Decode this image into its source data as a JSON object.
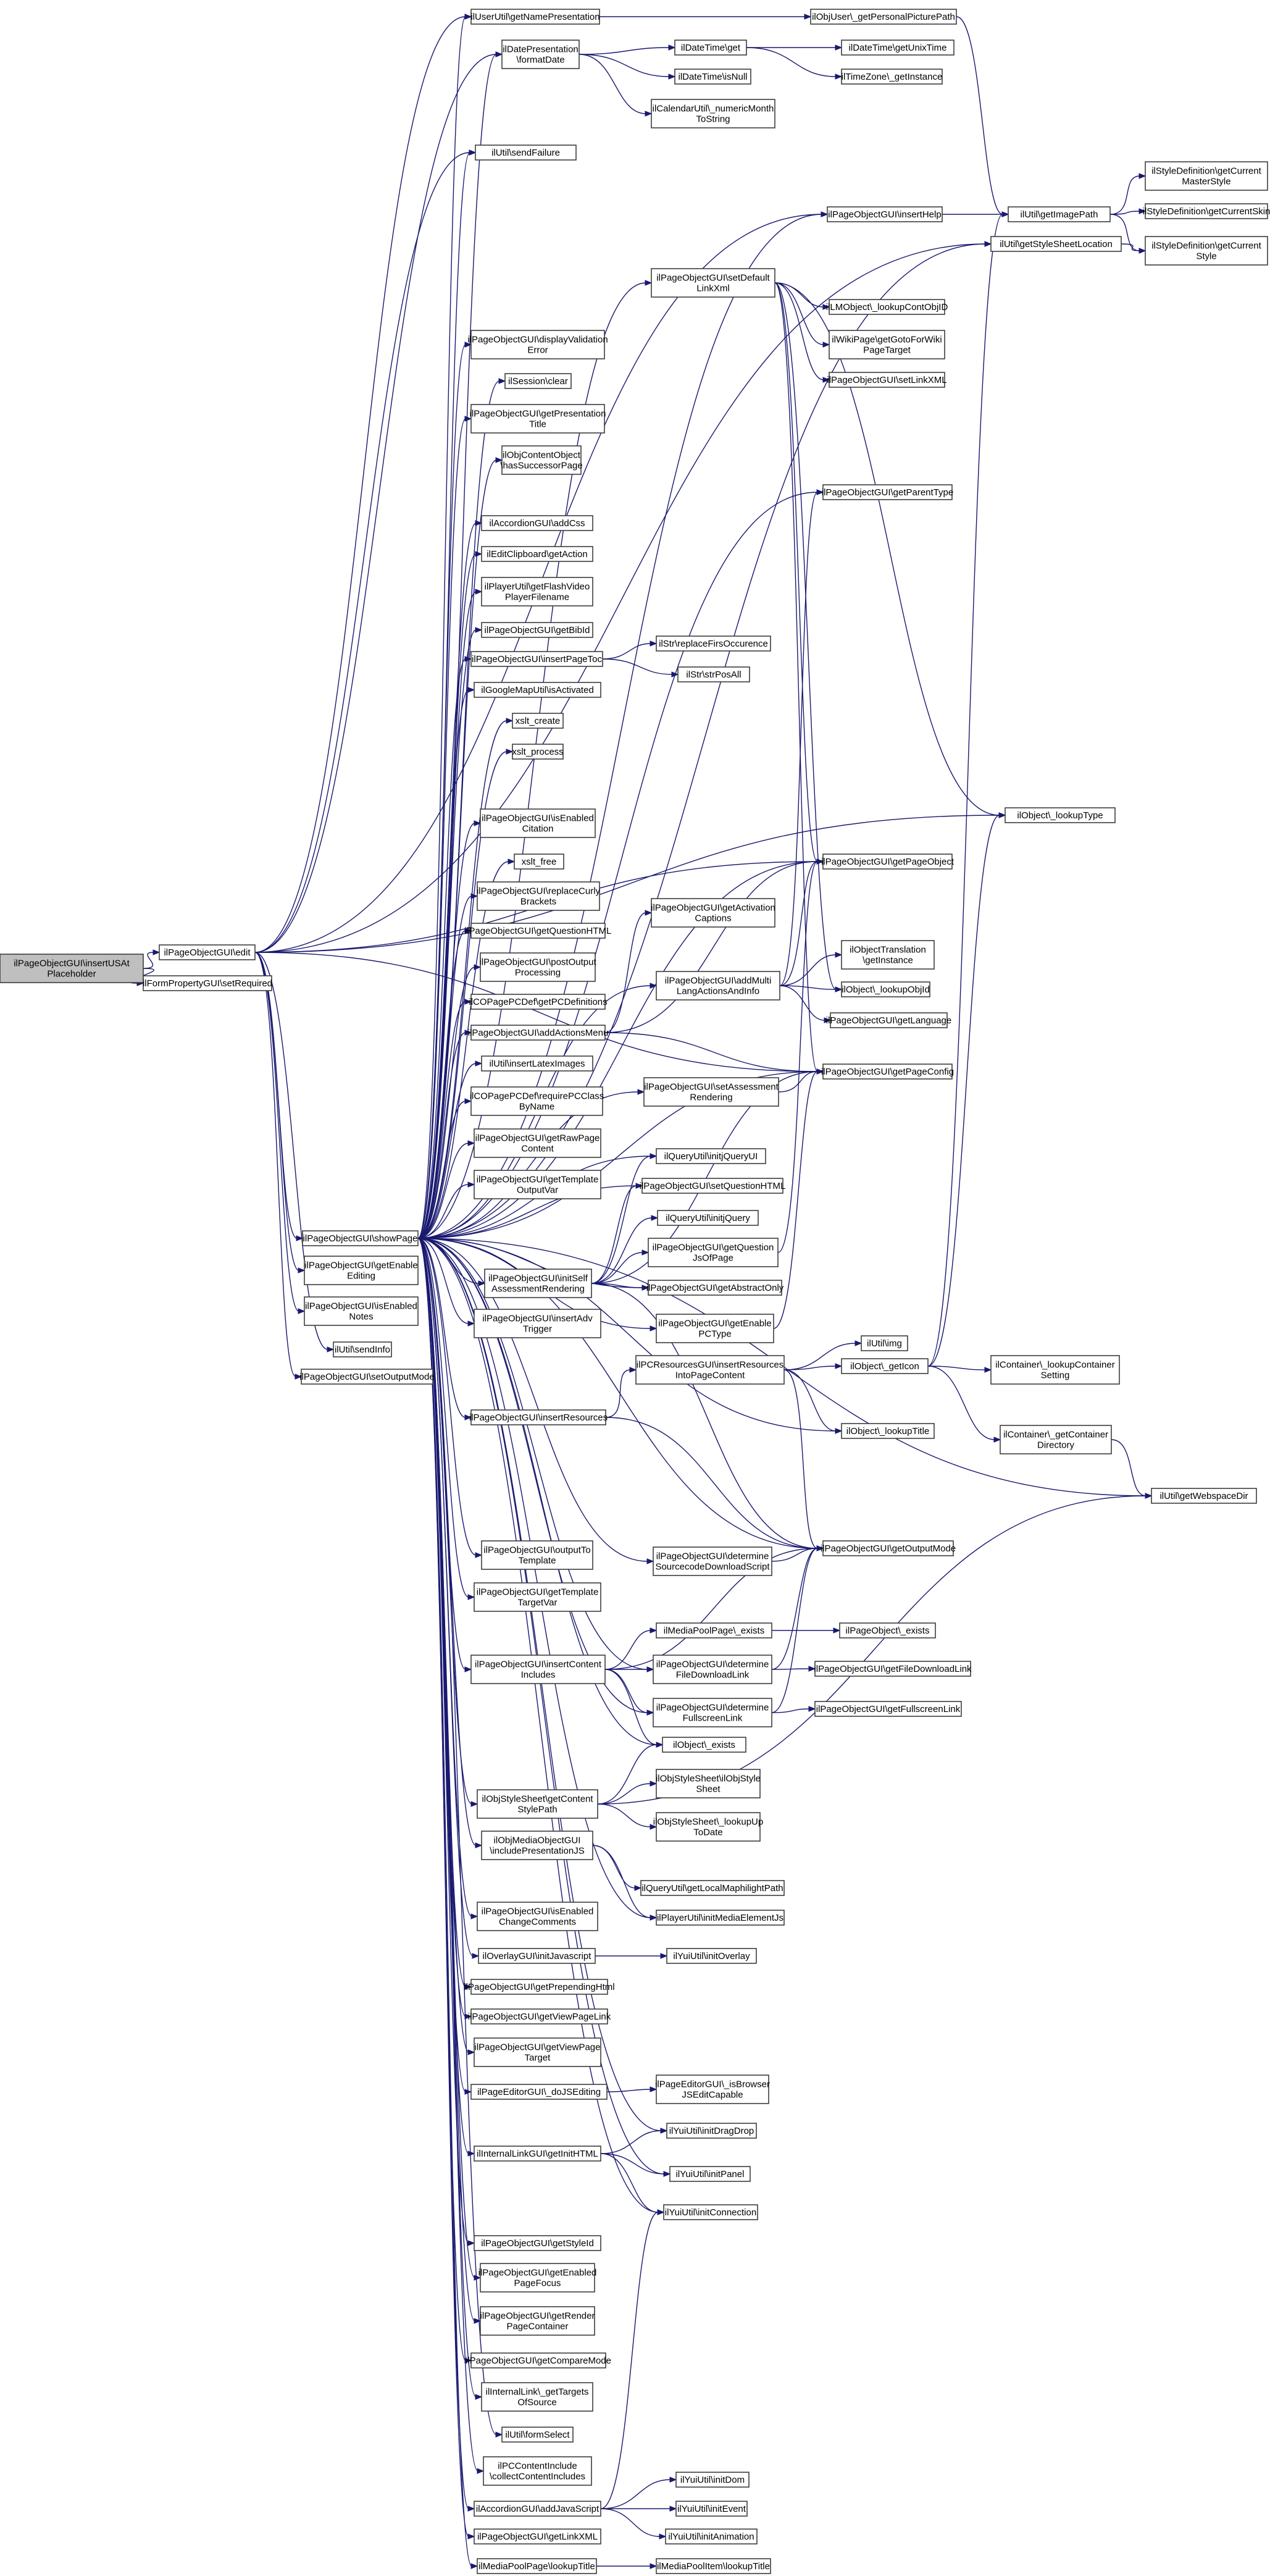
{
  "colors": {
    "edge": "#191970",
    "node_border": "#3d3d3d",
    "root_fill": "#bfbfbf",
    "node_fill": "#ffffff"
  },
  "nodes": [
    {
      "id": "root",
      "lines": [
        "ilPageObjectGUI\\insertUSAt",
        "Placeholder"
      ],
      "root": true
    },
    {
      "id": "edit",
      "lines": [
        "ilPageObjectGUI\\edit"
      ]
    },
    {
      "id": "fprs",
      "lines": [
        "ilFormPropertyGUI\\setRequired"
      ]
    },
    {
      "id": "show",
      "lines": [
        "ilPageObjectGUI\\showPage"
      ]
    },
    {
      "id": "gee",
      "lines": [
        "ilPageObjectGUI\\getEnable",
        "Editing"
      ]
    },
    {
      "id": "ien",
      "lines": [
        "ilPageObjectGUI\\isEnabled",
        "Notes"
      ]
    },
    {
      "id": "si",
      "lines": [
        "ilUtil\\sendInfo"
      ]
    },
    {
      "id": "som",
      "lines": [
        "ilPageObjectGUI\\setOutputMode"
      ]
    },
    {
      "id": "gnp",
      "lines": [
        "ilUserUtil\\getNamePresentation"
      ]
    },
    {
      "id": "gpp",
      "lines": [
        "ilObjUser\\_getPersonalPicturePath"
      ]
    },
    {
      "id": "fd",
      "lines": [
        "ilDatePresentation",
        "\\formatDate"
      ]
    },
    {
      "id": "dtg",
      "lines": [
        "ilDateTime\\get"
      ]
    },
    {
      "id": "dtu",
      "lines": [
        "ilDateTime\\getUnixTime"
      ]
    },
    {
      "id": "tzi",
      "lines": [
        "ilTimeZone\\_getInstance"
      ]
    },
    {
      "id": "dtn",
      "lines": [
        "ilDateTime\\isNull"
      ]
    },
    {
      "id": "num",
      "lines": [
        "ilCalendarUtil\\_numericMonth",
        "ToString"
      ]
    },
    {
      "id": "sf",
      "lines": [
        "ilUtil\\sendFailure"
      ]
    },
    {
      "id": "ih",
      "lines": [
        "ilPageObjectGUI\\insertHelp"
      ]
    },
    {
      "id": "gip",
      "lines": [
        "ilUtil\\getImagePath"
      ]
    },
    {
      "id": "sdms",
      "lines": [
        "ilStyleDefinition\\getCurrent",
        "MasterStyle"
      ]
    },
    {
      "id": "sdcs",
      "lines": [
        "ilStyleDefinition\\getCurrentSkin"
      ]
    },
    {
      "id": "sdst",
      "lines": [
        "ilStyleDefinition\\getCurrent",
        "Style"
      ]
    },
    {
      "id": "gssl",
      "lines": [
        "ilUtil\\getStyleSheetLocation"
      ]
    },
    {
      "id": "sdlx",
      "lines": [
        "ilPageObjectGUI\\setDefault",
        "LinkXml"
      ]
    },
    {
      "id": "lco",
      "lines": [
        "ilLMObject\\_lookupContObjID"
      ]
    },
    {
      "id": "wpg",
      "lines": [
        "ilWikiPage\\getGotoForWiki",
        "PageTarget"
      ]
    },
    {
      "id": "slx",
      "lines": [
        "ilPageObjectGUI\\setLinkXML"
      ]
    },
    {
      "id": "dve",
      "lines": [
        "ilPageObjectGUI\\displayValidation",
        "Error"
      ]
    },
    {
      "id": "sc",
      "lines": [
        "ilSession\\clear"
      ]
    },
    {
      "id": "gpt",
      "lines": [
        "ilPageObjectGUI\\getPresentation",
        "Title"
      ]
    },
    {
      "id": "hsp",
      "lines": [
        "ilObjContentObject",
        "\\hasSuccessorPage"
      ]
    },
    {
      "id": "gpty",
      "lines": [
        "ilPageObjectGUI\\getParentType"
      ]
    },
    {
      "id": "acss",
      "lines": [
        "ilAccordionGUI\\addCss"
      ]
    },
    {
      "id": "ecga",
      "lines": [
        "ilEditClipboard\\getAction"
      ]
    },
    {
      "id": "pfv",
      "lines": [
        "ilPlayerUtil\\getFlashVideo",
        "PlayerFilename"
      ]
    },
    {
      "id": "gbi",
      "lines": [
        "ilPageObjectGUI\\getBibId"
      ]
    },
    {
      "id": "ipt",
      "lines": [
        "ilPageObjectGUI\\insertPageToc"
      ]
    },
    {
      "id": "rfo",
      "lines": [
        "ilStr\\replaceFirsOccurence"
      ]
    },
    {
      "id": "spa",
      "lines": [
        "ilStr\\strPosAll"
      ]
    },
    {
      "id": "gmu",
      "lines": [
        "ilGoogleMapUtil\\isActivated"
      ]
    },
    {
      "id": "xc",
      "lines": [
        "xslt_create"
      ]
    },
    {
      "id": "xp",
      "lines": [
        "xslt_process"
      ]
    },
    {
      "id": "lt",
      "lines": [
        "ilObject\\_lookupType"
      ]
    },
    {
      "id": "iec",
      "lines": [
        "ilPageObjectGUI\\isEnabled",
        "Citation"
      ]
    },
    {
      "id": "gpo",
      "lines": [
        "ilPageObjectGUI\\getPageObject"
      ]
    },
    {
      "id": "xf",
      "lines": [
        "xslt_free"
      ]
    },
    {
      "id": "rcb",
      "lines": [
        "ilPageObjectGUI\\replaceCurly",
        "Brackets"
      ]
    },
    {
      "id": "gac",
      "lines": [
        "ilPageObjectGUI\\getActivation",
        "Captions"
      ]
    },
    {
      "id": "gqh",
      "lines": [
        "ilPageObjectGUI\\getQuestionHTML"
      ]
    },
    {
      "id": "pop",
      "lines": [
        "ilPageObjectGUI\\postOutput",
        "Processing"
      ]
    },
    {
      "id": "amla",
      "lines": [
        "ilPageObjectGUI\\addMulti",
        "LangActionsAndInfo"
      ]
    },
    {
      "id": "otl",
      "lines": [
        "ilObjectTranslation",
        "\\getInstance"
      ]
    },
    {
      "id": "loi",
      "lines": [
        "ilObject\\_lookupObjId"
      ]
    },
    {
      "id": "gl",
      "lines": [
        "ilPageObjectGUI\\getLanguage"
      ]
    },
    {
      "id": "cpd",
      "lines": [
        "ilCOPagePCDef\\getPCDefinitions"
      ]
    },
    {
      "id": "aam",
      "lines": [
        "ilPageObjectGUI\\addActionsMenu"
      ]
    },
    {
      "id": "ili",
      "lines": [
        "ilUtil\\insertLatexImages"
      ]
    },
    {
      "id": "gpc",
      "lines": [
        "ilPageObjectGUI\\getPageConfig"
      ]
    },
    {
      "id": "sar",
      "lines": [
        "ilPageObjectGUI\\setAssessment",
        "Rendering"
      ]
    },
    {
      "id": "rpcc",
      "lines": [
        "ilCOPagePCDef\\requirePCClass",
        "ByName"
      ]
    },
    {
      "id": "grpc",
      "lines": [
        "ilPageObjectGUI\\getRawPage",
        "Content"
      ]
    },
    {
      "id": "qui",
      "lines": [
        "ilQueryUtil\\initjQueryUI"
      ]
    },
    {
      "id": "gtov",
      "lines": [
        "ilPageObjectGUI\\getTemplate",
        "OutputVar"
      ]
    },
    {
      "id": "sqh",
      "lines": [
        "ilPageObjectGUI\\setQuestionHTML"
      ]
    },
    {
      "id": "jq",
      "lines": [
        "ilQueryUtil\\initjQuery"
      ]
    },
    {
      "id": "gqjs",
      "lines": [
        "ilPageObjectGUI\\getQuestion",
        "JsOfPage"
      ]
    },
    {
      "id": "isar",
      "lines": [
        "ilPageObjectGUI\\initSelf",
        "AssessmentRendering"
      ]
    },
    {
      "id": "gao",
      "lines": [
        "ilPageObjectGUI\\getAbstractOnly"
      ]
    },
    {
      "id": "iat",
      "lines": [
        "ilPageObjectGUI\\insertAdv",
        "Trigger"
      ]
    },
    {
      "id": "gepc",
      "lines": [
        "ilPageObjectGUI\\getEnable",
        "PCType"
      ]
    },
    {
      "id": "uimg",
      "lines": [
        "ilUtil\\img"
      ]
    },
    {
      "id": "rip",
      "lines": [
        "ilPCResourcesGUI\\insertResources",
        "IntoPageContent"
      ]
    },
    {
      "id": "gi",
      "lines": [
        "ilObject\\_getIcon"
      ]
    },
    {
      "id": "clcs",
      "lines": [
        "ilContainer\\_lookupContainer",
        "Setting"
      ]
    },
    {
      "id": "ir",
      "lines": [
        "ilPageObjectGUI\\insertResources"
      ]
    },
    {
      "id": "lti",
      "lines": [
        "ilObject\\_lookupTitle"
      ]
    },
    {
      "id": "gcd",
      "lines": [
        "ilContainer\\_getContainer",
        "Directory"
      ]
    },
    {
      "id": "gwd",
      "lines": [
        "ilUtil\\getWebspaceDir"
      ]
    },
    {
      "id": "ott",
      "lines": [
        "ilPageObjectGUI\\outputTo",
        "Template"
      ]
    },
    {
      "id": "dsd",
      "lines": [
        "ilPageObjectGUI\\determine",
        "SourcecodeDownloadScript"
      ]
    },
    {
      "id": "gom",
      "lines": [
        "ilPageObjectGUI\\getOutputMode"
      ]
    },
    {
      "id": "gttv",
      "lines": [
        "ilPageObjectGUI\\getTemplate",
        "TargetVar"
      ]
    },
    {
      "id": "mpe",
      "lines": [
        "ilMediaPoolPage\\_exists"
      ]
    },
    {
      "id": "oe1",
      "lines": [
        "ilPageObject\\_exists"
      ]
    },
    {
      "id": "icci",
      "lines": [
        "ilPageObjectGUI\\insertContent",
        "Includes"
      ]
    },
    {
      "id": "dfdl",
      "lines": [
        "ilPageObjectGUI\\determine",
        "FileDownloadLink"
      ]
    },
    {
      "id": "gfdl",
      "lines": [
        "ilPageObjectGUI\\getFileDownloadLink"
      ]
    },
    {
      "id": "dfsl",
      "lines": [
        "ilPageObjectGUI\\determine",
        "FullscreenLink"
      ]
    },
    {
      "id": "gfsl",
      "lines": [
        "ilPageObjectGUI\\getFullscreenLink"
      ]
    },
    {
      "id": "oe2",
      "lines": [
        "ilObject\\_exists"
      ]
    },
    {
      "id": "ossi",
      "lines": [
        "ilObjStyleSheet\\ilObjStyle",
        "Sheet"
      ]
    },
    {
      "id": "gcsp",
      "lines": [
        "ilObjStyleSheet\\getContent",
        "StylePath"
      ]
    },
    {
      "id": "lutd",
      "lines": [
        "ilObjStyleSheet\\_lookupUp",
        "ToDate"
      ]
    },
    {
      "id": "mipj",
      "lines": [
        "ilObjMediaObjectGUI",
        "\\includePresentationJS"
      ]
    },
    {
      "id": "glmh",
      "lines": [
        "ilQueryUtil\\getLocalMaphilightPath"
      ]
    },
    {
      "id": "imej",
      "lines": [
        "ilPlayerUtil\\initMediaElementJs"
      ]
    },
    {
      "id": "iecc",
      "lines": [
        "ilPageObjectGUI\\isEnabled",
        "ChangeComments"
      ]
    },
    {
      "id": "ogij",
      "lines": [
        "ilOverlayGUI\\initJavascript"
      ]
    },
    {
      "id": "yio",
      "lines": [
        "ilYuiUtil\\initOverlay"
      ]
    },
    {
      "id": "gph",
      "lines": [
        "ilPageObjectGUI\\getPrependingHtml"
      ]
    },
    {
      "id": "gvpl",
      "lines": [
        "ilPageObjectGUI\\getViewPageLink"
      ]
    },
    {
      "id": "gvpt",
      "lines": [
        "ilPageObjectGUI\\getViewPage",
        "Target"
      ]
    },
    {
      "id": "djse",
      "lines": [
        "ilPageEditorGUI\\_doJSEditing"
      ]
    },
    {
      "id": "ibjs",
      "lines": [
        "ilPageEditorGUI\\_isBrowser",
        "JSEditCapable"
      ]
    },
    {
      "id": "ydd",
      "lines": [
        "ilYuiUtil\\initDragDrop"
      ]
    },
    {
      "id": "gih",
      "lines": [
        "ilInternalLinkGUI\\getInitHTML"
      ]
    },
    {
      "id": "yip",
      "lines": [
        "ilYuiUtil\\initPanel"
      ]
    },
    {
      "id": "yic",
      "lines": [
        "ilYuiUtil\\initConnection"
      ]
    },
    {
      "id": "gsi",
      "lines": [
        "ilPageObjectGUI\\getStyleId"
      ]
    },
    {
      "id": "gepf",
      "lines": [
        "ilPageObjectGUI\\getEnabled",
        "PageFocus"
      ]
    },
    {
      "id": "grpk",
      "lines": [
        "ilPageObjectGUI\\getRender",
        "PageContainer"
      ]
    },
    {
      "id": "gcm",
      "lines": [
        "ilPageObjectGUI\\getCompareMode"
      ]
    },
    {
      "id": "ilgt",
      "lines": [
        "ilInternalLink\\_getTargets",
        "OfSource"
      ]
    },
    {
      "id": "fs",
      "lines": [
        "ilUtil\\formSelect"
      ]
    },
    {
      "id": "pcci",
      "lines": [
        "ilPCContentInclude",
        "\\collectContentIncludes"
      ]
    },
    {
      "id": "yid",
      "lines": [
        "ilYuiUtil\\initDom"
      ]
    },
    {
      "id": "ajs",
      "lines": [
        "ilAccordionGUI\\addJavaScript"
      ]
    },
    {
      "id": "yie",
      "lines": [
        "ilYuiUtil\\initEvent"
      ]
    },
    {
      "id": "glx",
      "lines": [
        "ilPageObjectGUI\\getLinkXML"
      ]
    },
    {
      "id": "yia",
      "lines": [
        "ilYuiUtil\\initAnimation"
      ]
    },
    {
      "id": "mplt",
      "lines": [
        "ilMediaPoolPage\\lookupTitle"
      ]
    },
    {
      "id": "mpilt",
      "lines": [
        "ilMediaPoolItem\\lookupTitle"
      ]
    }
  ],
  "edges": [
    [
      "root",
      "edit"
    ],
    [
      "root",
      "fprs"
    ],
    [
      "edit",
      "show"
    ],
    [
      "edit",
      "gee"
    ],
    [
      "edit",
      "ien"
    ],
    [
      "edit",
      "si"
    ],
    [
      "edit",
      "som"
    ],
    [
      "edit",
      "gnp"
    ],
    [
      "edit",
      "fd"
    ],
    [
      "edit",
      "sf"
    ],
    [
      "edit",
      "ih"
    ],
    [
      "edit",
      "gssl"
    ],
    [
      "edit",
      "lt"
    ],
    [
      "edit",
      "gpo"
    ],
    [
      "edit",
      "gpc"
    ],
    [
      "gnp",
      "gpp"
    ],
    [
      "gpp",
      "gip"
    ],
    [
      "fd",
      "dtg"
    ],
    [
      "fd",
      "dtn"
    ],
    [
      "fd",
      "num"
    ],
    [
      "dtg",
      "dtu"
    ],
    [
      "dtg",
      "tzi"
    ],
    [
      "ih",
      "gip"
    ],
    [
      "gip",
      "sdms"
    ],
    [
      "gip",
      "sdcs"
    ],
    [
      "gip",
      "sdst"
    ],
    [
      "gssl",
      "sdst"
    ],
    [
      "sdlx",
      "lco"
    ],
    [
      "sdlx",
      "wpg"
    ],
    [
      "sdlx",
      "slx"
    ],
    [
      "sdlx",
      "gpo"
    ],
    [
      "sdlx",
      "lt"
    ],
    [
      "sdlx",
      "loi"
    ],
    [
      "sdlx",
      "gpc"
    ],
    [
      "ipt",
      "rfo"
    ],
    [
      "ipt",
      "spa"
    ],
    [
      "amla",
      "otl"
    ],
    [
      "amla",
      "loi"
    ],
    [
      "amla",
      "gl"
    ],
    [
      "amla",
      "gpo"
    ],
    [
      "amla",
      "gpty"
    ],
    [
      "aam",
      "gpo"
    ],
    [
      "aam",
      "gac"
    ],
    [
      "aam",
      "gpc"
    ],
    [
      "sar",
      "gpc"
    ],
    [
      "isar",
      "qui"
    ],
    [
      "isar",
      "sqh"
    ],
    [
      "isar",
      "jq"
    ],
    [
      "isar",
      "gqjs"
    ],
    [
      "isar",
      "gao"
    ],
    [
      "isar",
      "gpc"
    ],
    [
      "isar",
      "gom"
    ],
    [
      "gqjs",
      "gpo"
    ],
    [
      "gepc",
      "gpc"
    ],
    [
      "rip",
      "uimg"
    ],
    [
      "rip",
      "gi"
    ],
    [
      "rip",
      "lti"
    ],
    [
      "rip",
      "gom"
    ],
    [
      "gi",
      "lt"
    ],
    [
      "gi",
      "gip"
    ],
    [
      "gi",
      "clcs"
    ],
    [
      "gi",
      "gcd"
    ],
    [
      "gcd",
      "gwd"
    ],
    [
      "ir",
      "rip"
    ],
    [
      "ir",
      "gom"
    ],
    [
      "icci",
      "mpe"
    ],
    [
      "icci",
      "dfdl"
    ],
    [
      "icci",
      "dfsl"
    ],
    [
      "icci",
      "gom"
    ],
    [
      "icci",
      "oe2"
    ],
    [
      "mpe",
      "oe1"
    ],
    [
      "dfdl",
      "gfdl"
    ],
    [
      "dfdl",
      "gom"
    ],
    [
      "dfsl",
      "gfsl"
    ],
    [
      "dfsl",
      "gom"
    ],
    [
      "dsd",
      "gom"
    ],
    [
      "gcsp",
      "oe2"
    ],
    [
      "gcsp",
      "ossi"
    ],
    [
      "gcsp",
      "lutd"
    ],
    [
      "gcsp",
      "gwd"
    ],
    [
      "mipj",
      "glmh"
    ],
    [
      "mipj",
      "imej"
    ],
    [
      "ogij",
      "yio"
    ],
    [
      "djse",
      "ibjs"
    ],
    [
      "gih",
      "ydd"
    ],
    [
      "gih",
      "yip"
    ],
    [
      "gih",
      "yic"
    ],
    [
      "ajs",
      "yid"
    ],
    [
      "ajs",
      "yie"
    ],
    [
      "ajs",
      "yia"
    ],
    [
      "ajs",
      "yic"
    ],
    [
      "mplt",
      "mpilt"
    ],
    [
      "show",
      "gnp"
    ],
    [
      "show",
      "fd"
    ],
    [
      "show",
      "sf"
    ],
    [
      "show",
      "ih"
    ],
    [
      "show",
      "gssl"
    ],
    [
      "show",
      "sdlx"
    ],
    [
      "show",
      "dve"
    ],
    [
      "show",
      "sc"
    ],
    [
      "show",
      "gpt"
    ],
    [
      "show",
      "hsp"
    ],
    [
      "show",
      "gpty"
    ],
    [
      "show",
      "acss"
    ],
    [
      "show",
      "ecga"
    ],
    [
      "show",
      "pfv"
    ],
    [
      "show",
      "gbi"
    ],
    [
      "show",
      "ipt"
    ],
    [
      "show",
      "gmu"
    ],
    [
      "show",
      "xc"
    ],
    [
      "show",
      "xp"
    ],
    [
      "show",
      "iec"
    ],
    [
      "show",
      "gpo"
    ],
    [
      "show",
      "xf"
    ],
    [
      "show",
      "rcb"
    ],
    [
      "show",
      "gqh"
    ],
    [
      "show",
      "pop"
    ],
    [
      "show",
      "amla"
    ],
    [
      "show",
      "cpd"
    ],
    [
      "show",
      "aam"
    ],
    [
      "show",
      "ili"
    ],
    [
      "show",
      "gpc"
    ],
    [
      "show",
      "sar"
    ],
    [
      "show",
      "rpcc"
    ],
    [
      "show",
      "grpc"
    ],
    [
      "show",
      "gtov"
    ],
    [
      "show",
      "qui"
    ],
    [
      "show",
      "sqh"
    ],
    [
      "show",
      "isar"
    ],
    [
      "show",
      "gao"
    ],
    [
      "show",
      "iat"
    ],
    [
      "show",
      "gepc"
    ],
    [
      "show",
      "ir"
    ],
    [
      "show",
      "lti"
    ],
    [
      "show",
      "gwd"
    ],
    [
      "show",
      "ott"
    ],
    [
      "show",
      "dsd"
    ],
    [
      "show",
      "gom"
    ],
    [
      "show",
      "gttv"
    ],
    [
      "show",
      "icci"
    ],
    [
      "show",
      "dfdl"
    ],
    [
      "show",
      "dfsl"
    ],
    [
      "show",
      "oe2"
    ],
    [
      "show",
      "gcsp"
    ],
    [
      "show",
      "mipj"
    ],
    [
      "show",
      "imej"
    ],
    [
      "show",
      "iecc"
    ],
    [
      "show",
      "ogij"
    ],
    [
      "show",
      "gph"
    ],
    [
      "show",
      "gvpl"
    ],
    [
      "show",
      "gvpt"
    ],
    [
      "show",
      "djse"
    ],
    [
      "show",
      "ydd"
    ],
    [
      "show",
      "gih"
    ],
    [
      "show",
      "yip"
    ],
    [
      "show",
      "yic"
    ],
    [
      "show",
      "gsi"
    ],
    [
      "show",
      "gepf"
    ],
    [
      "show",
      "grpk"
    ],
    [
      "show",
      "gcm"
    ],
    [
      "show",
      "ilgt"
    ],
    [
      "show",
      "fs"
    ],
    [
      "show",
      "pcci"
    ],
    [
      "show",
      "ajs"
    ],
    [
      "show",
      "glx"
    ],
    [
      "show",
      "mplt"
    ]
  ]
}
